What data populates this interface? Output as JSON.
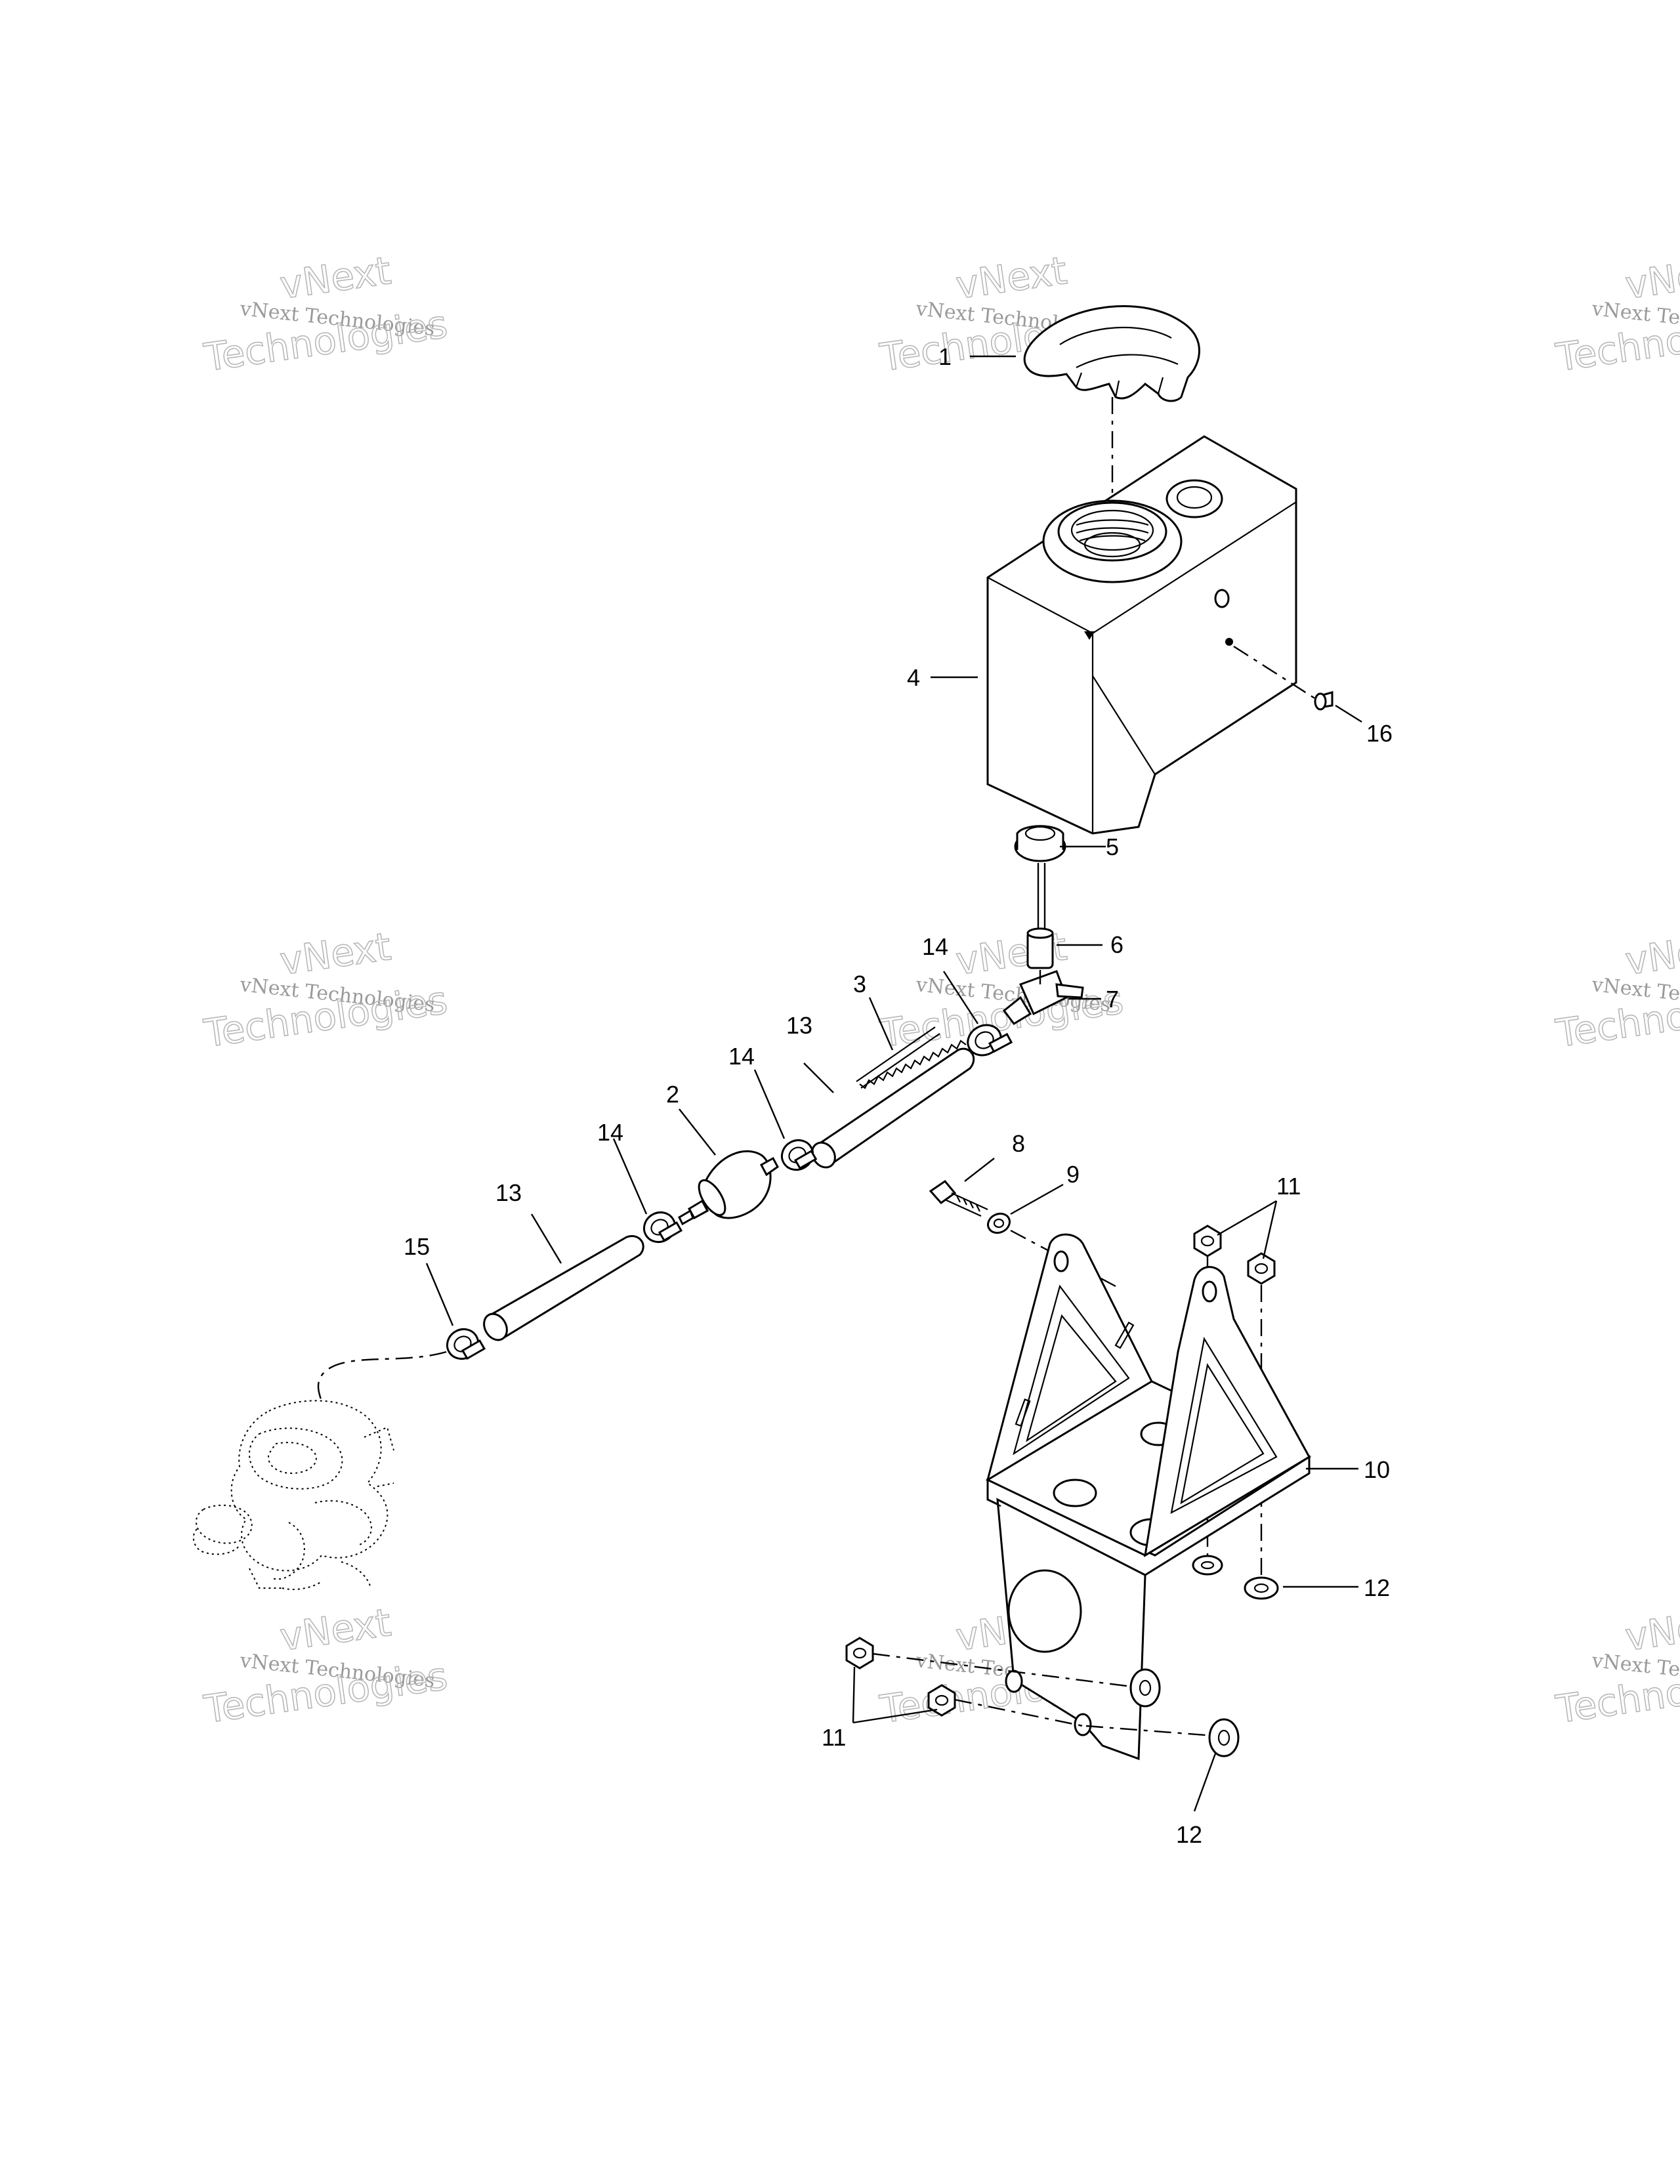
{
  "watermark": {
    "line1": "vNext",
    "line2": "vNext Technologies",
    "line3": "Technologies"
  },
  "callouts": [
    "1",
    "2",
    "3",
    "4",
    "5",
    "6",
    "7",
    "8",
    "9",
    "10",
    "11",
    "11",
    "12",
    "12",
    "13",
    "13",
    "14",
    "14",
    "14",
    "15",
    "16"
  ],
  "colors": {
    "ink": "#000000",
    "watermark": "#a8a8a8",
    "background": "#ffffff"
  }
}
